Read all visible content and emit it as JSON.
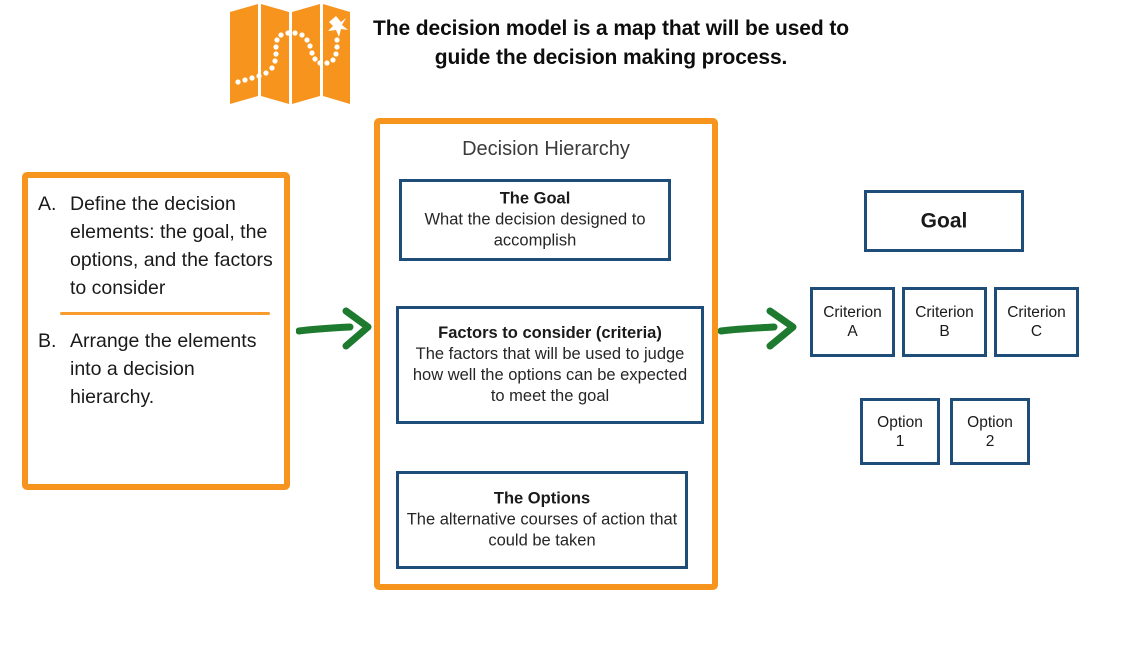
{
  "header": {
    "icon": "folded-map-icon",
    "title": "The decision model is a map that will be used to guide the decision making process."
  },
  "left_panel": {
    "items": [
      {
        "marker": "A.",
        "text": "Define the decision elements: the goal, the options, and the factors to consider"
      },
      {
        "marker": "B.",
        "text": "Arrange the elements into a decision hierarchy."
      }
    ]
  },
  "arrows": {
    "left": "green-arrow-icon",
    "right": "green-arrow-icon"
  },
  "center_panel": {
    "title": "Decision Hierarchy",
    "boxes": [
      {
        "title": "The Goal",
        "desc": "What the decision designed to accomplish"
      },
      {
        "title": "Factors to consider (criteria)",
        "desc": "The factors that will be used to judge how well the options can be expected to meet the goal"
      },
      {
        "title": "The Options",
        "desc": "The alternative courses of action that could be taken"
      }
    ]
  },
  "hierarchy": {
    "goal": "Goal",
    "criteria": [
      "Criterion\nA",
      "Criterion\nB",
      "Criterion\nC"
    ],
    "options": [
      "Option\n1",
      "Option\n2"
    ]
  },
  "colors": {
    "orange": "#f7941d",
    "blue": "#1f4e79",
    "green": "#1d7a2e",
    "text": "#1a1a1a",
    "background": "#ffffff"
  }
}
